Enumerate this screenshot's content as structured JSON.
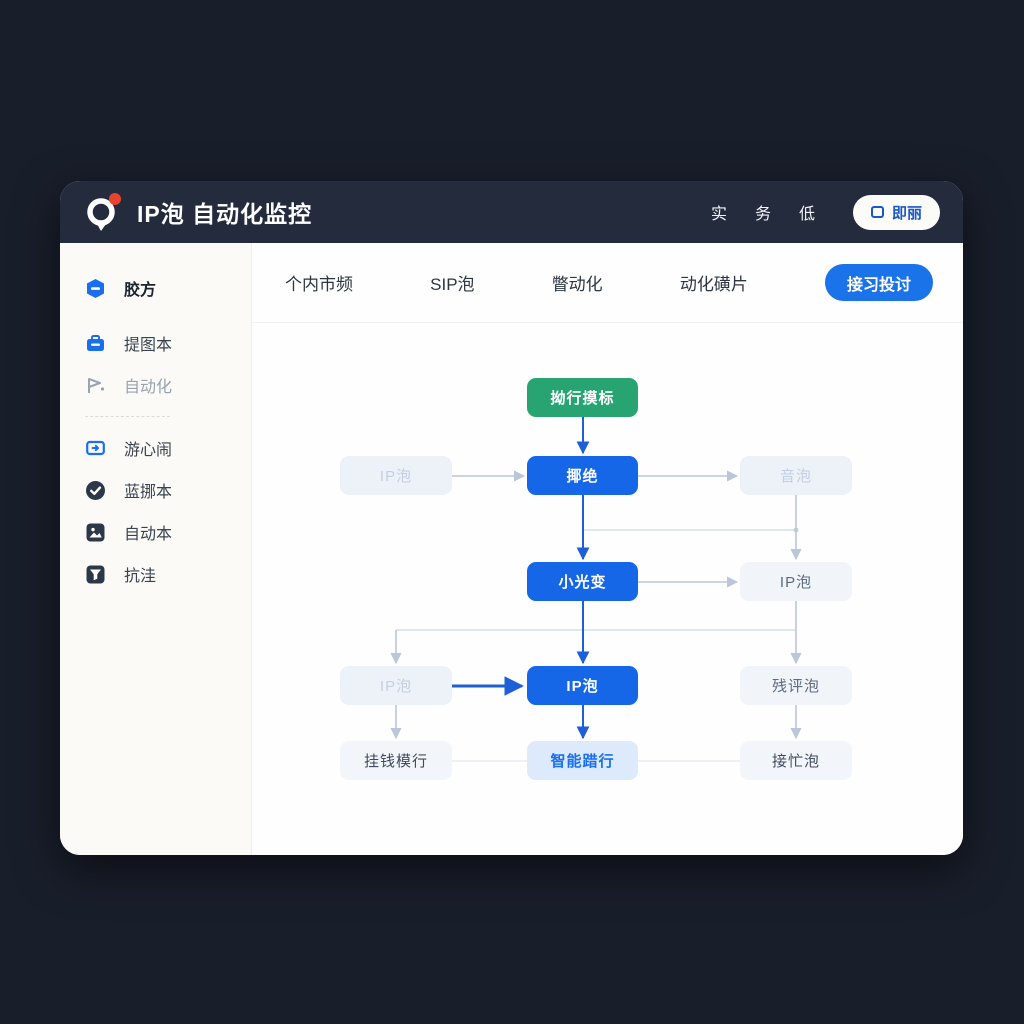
{
  "header": {
    "title": "IP泡 自动化监控",
    "logo": "q-magnifier-logo",
    "nav": [
      "实",
      "务",
      "低"
    ],
    "button_label": "即丽",
    "accent_color": "#1a6ef0"
  },
  "sidebar": {
    "items": [
      {
        "label": "胶方",
        "icon": "box-icon",
        "active": true
      },
      {
        "label": "提图本",
        "icon": "briefcase-icon",
        "active": false
      },
      {
        "label": "自动化",
        "icon": "flag-icon",
        "active": false
      },
      {
        "label": "游心闹",
        "icon": "monitor-icon",
        "active": false
      },
      {
        "label": "蓝挪本",
        "icon": "check-circle-icon",
        "active": false
      },
      {
        "label": "自动本",
        "icon": "image-icon",
        "active": false
      },
      {
        "label": "抗洼",
        "icon": "filter-icon",
        "active": false
      }
    ]
  },
  "tabs": {
    "items": [
      "个内市频",
      "SIP泡",
      "瞥动化",
      "动化磺片"
    ],
    "primary_label": "接习投讨"
  },
  "diagram": {
    "colors": {
      "green": "#27a472",
      "blue": "#1667e8",
      "edge_gray": "#b9c7d9",
      "edge_blue": "#1c5fd8"
    },
    "nodes": {
      "start": "拗行摸标",
      "reject": "揶绝",
      "left2": "IP泡",
      "right2": "音泡",
      "center3": "小光变",
      "right3": "IP泡",
      "left4": "IP泡",
      "center4": "IP泡",
      "right4": "残评泡",
      "left5": "挂钱模行",
      "center5": "智能踖行",
      "right5": "接忙泡"
    }
  }
}
